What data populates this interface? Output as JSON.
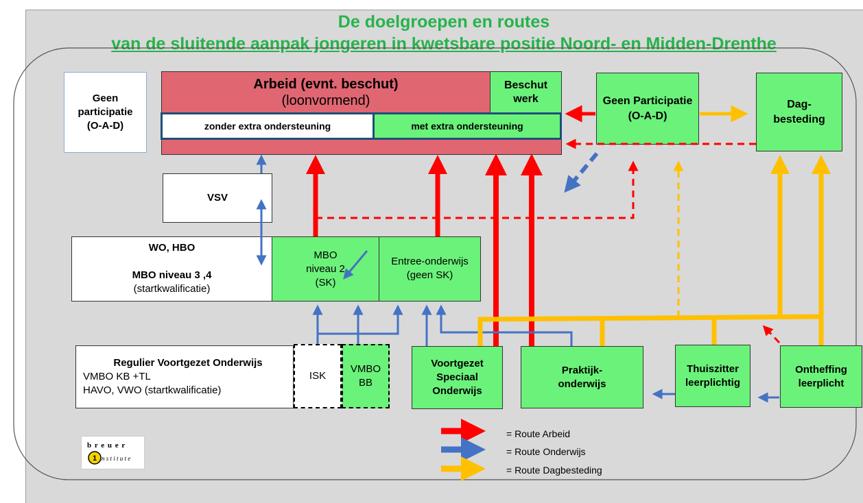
{
  "header_fragment": "",
  "title_line1": "De doelgroepen en routes",
  "title_line2": "van de sluitende aanpak jongeren in kwetsbare positie Noord- en Midden-Drenthe",
  "boxes": {
    "geen_participatie_left": "Geen participatie (O-A-D)",
    "arbeid_title": "Arbeid (evnt. beschut)",
    "arbeid_sub": "(loonvormend)",
    "beschut_werk": "Beschut werk",
    "zonder_extra": "zonder extra ondersteuning",
    "met_extra": "met extra ondersteuning",
    "geen_participatie_right_1": "Geen Participatie",
    "geen_participatie_right_2": "(O-A-D)",
    "dagbesteding_1": "Dag-",
    "dagbesteding_2": "besteding",
    "vsv": "VSV",
    "wo_hbo": "WO, HBO",
    "mbo_34": "MBO niveau 3 ,4",
    "startkwalificatie": "(startkwalificatie)",
    "mbo2_1": "MBO",
    "mbo2_2": "niveau  2",
    "mbo2_3": "(SK)",
    "entree_1": "Entree-onderwijs",
    "entree_2": "(geen SK)",
    "regulier_title": "Regulier Voortgezet Onderwijs",
    "regulier_2": "VMBO KB +TL",
    "regulier_3": "HAVO, VWO (startkwalificatie)",
    "isk": "ISK",
    "vmbo_bb_1": "VMBO",
    "vmbo_bb_2": "BB",
    "vso_1": "Voortgezet",
    "vso_2": "Speciaal",
    "vso_3": "Onderwijs",
    "praktijk_1": "Praktijk-",
    "praktijk_2": "onderwijs",
    "thuiszitter_1": "Thuiszitter",
    "thuiszitter_2": "leerplichtig",
    "ontheffing_1": "Ontheffing",
    "ontheffing_2": "leerplicht"
  },
  "legend": [
    {
      "label": "= Route Arbeid",
      "color": "#ff0000"
    },
    {
      "label": "= Route Onderwijs",
      "color": "#4472c4"
    },
    {
      "label": "= Route Dagbesteding",
      "color": "#ffc000"
    }
  ],
  "logo": {
    "line1": "breuer",
    "line2": "nstitute"
  },
  "colors": {
    "green": "#6bf27a",
    "arbeid": "#e06672",
    "red": "#ff0000",
    "blue": "#4472c4",
    "orange": "#ffc000",
    "title": "#26b34a"
  }
}
